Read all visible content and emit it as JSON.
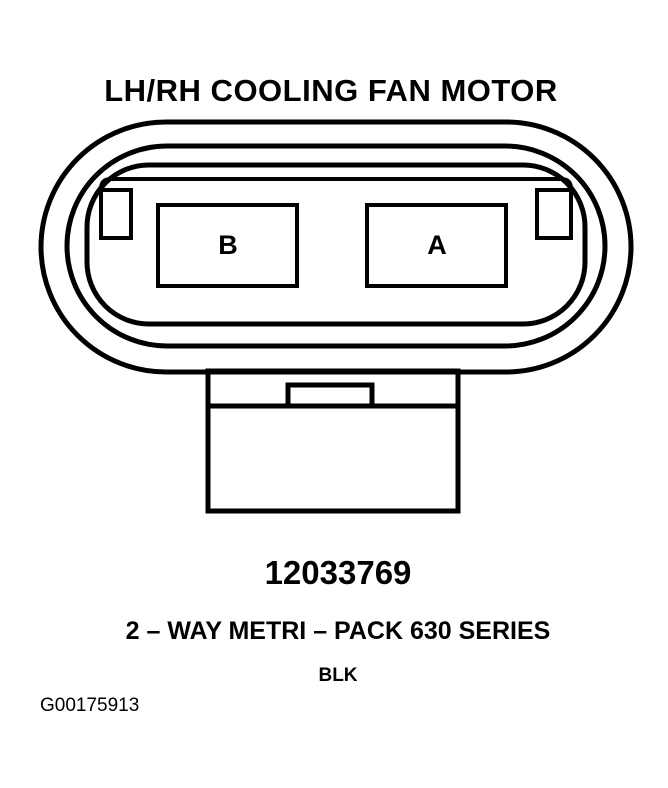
{
  "diagram": {
    "title": "LH/RH COOLING FAN MOTOR",
    "pins": [
      {
        "label": "B"
      },
      {
        "label": "A"
      }
    ],
    "part_number": "12033769",
    "series": "2 – WAY METRI – PACK 630 SERIES",
    "color": "BLK",
    "figure_id": "G00175913"
  },
  "colors": {
    "line": "#000000",
    "background": "#ffffff"
  }
}
